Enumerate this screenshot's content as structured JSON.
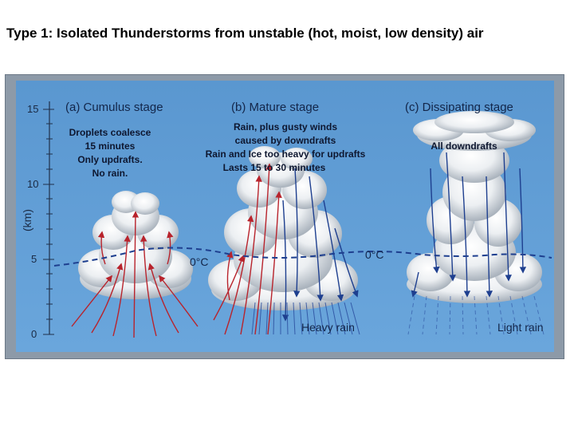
{
  "title": "Type 1: Isolated Thunderstorms from unstable (hot, moist, low density) air",
  "axis": {
    "label": "(km)",
    "ticks": [
      "0",
      "5",
      "10",
      "15"
    ]
  },
  "stages": [
    {
      "heading": "(a) Cumulus stage",
      "notes": [
        "Droplets coalesce",
        "15 minutes",
        "Only updrafts.",
        "No rain."
      ]
    },
    {
      "heading": "(b) Mature stage",
      "notes": [
        "Rain, plus gusty winds",
        "caused by downdrafts",
        "Rain and Ice too heavy for updrafts",
        "Lasts 15 to 30 minutes"
      ],
      "freezing_label": "0°C",
      "precip_label": "Heavy rain"
    },
    {
      "heading": "(c) Dissipating stage",
      "notes": [
        "All downdrafts"
      ],
      "freezing_label": "0°C",
      "precip_label": "Light rain"
    }
  ],
  "colors": {
    "sky": "#5e9bd3",
    "updraft": "#b8232c",
    "downdraft": "#1e3f8f",
    "freezing_line": "#1e3f8f",
    "cloud": "#f4f4f4"
  }
}
